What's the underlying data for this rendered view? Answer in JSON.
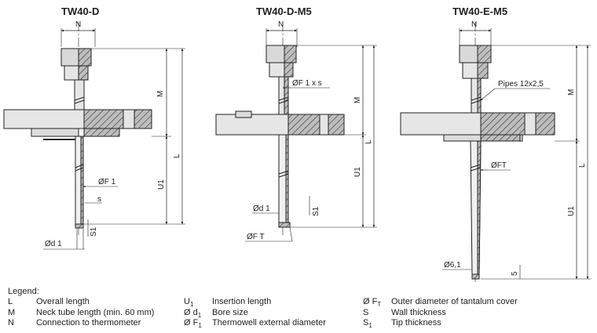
{
  "titles": [
    "TW40-D",
    "TW40-D-M5",
    "TW40-E-M5"
  ],
  "dimension_labels": {
    "d": {
      "N": "N",
      "M": "M",
      "L": "L",
      "U1": "U1",
      "F1": "ØF 1",
      "S": "s",
      "d1": "Ød 1",
      "S1": "S1"
    },
    "dm5": {
      "N": "N",
      "M": "M",
      "L": "L",
      "U1": "U1",
      "F1xs": "ØF 1 x s",
      "d1": "Ød 1",
      "S1": "S1",
      "FT": "ØF T"
    },
    "em5": {
      "N": "N",
      "M": "M",
      "L": "L",
      "U1": "U1",
      "pipes": "Pipes 12x2,5",
      "FT": "ØFT",
      "tip": "Ø6,1",
      "five": "5"
    }
  },
  "legend": {
    "title": "Legend:",
    "columns": [
      [
        {
          "symbol": "L",
          "text": "Overall length"
        },
        {
          "symbol": "M",
          "text": "Neck tube length (min. 60 mm)"
        },
        {
          "symbol": "N",
          "text": "Connection to thermometer"
        }
      ],
      [
        {
          "symbol": "U",
          "sub": "1",
          "text": "Insertion length"
        },
        {
          "symbol": "Ø d",
          "sub": "1",
          "text": "Bore size"
        },
        {
          "symbol": "Ø F",
          "sub": "1",
          "text": "Thermowell external diameter"
        }
      ],
      [
        {
          "symbol": "Ø F",
          "sub": "T",
          "text": "Outer diameter of tantalum cover"
        },
        {
          "symbol": "S",
          "sub": "",
          "text": "Wall thickness"
        },
        {
          "symbol": "S",
          "sub": "1",
          "text": "Tip thickness"
        }
      ]
    ]
  }
}
